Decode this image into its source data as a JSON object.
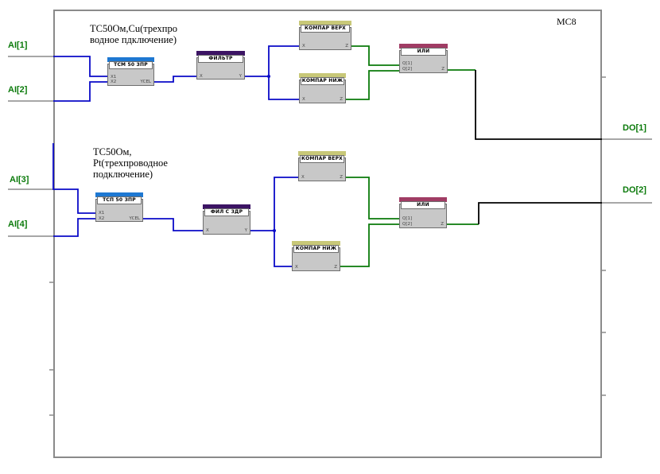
{
  "module_label": "MC8",
  "inputs": [
    "AI[1]",
    "AI[2]",
    "AI[3]",
    "AI[4]"
  ],
  "outputs": [
    "DO[1]",
    "DO[2]"
  ],
  "notes": {
    "top": "ТС50Ом,Cu(трехпро водное пдключение)",
    "bottom": "ТС50Ом, Pt(трехпроводное подключение)"
  },
  "blocks": {
    "tsm": {
      "title": "ТСМ 50 ЗПР",
      "ports": [
        "X1",
        "X2",
        "YCEL"
      ]
    },
    "filter": {
      "title": "ФИЛЬТР",
      "ports": [
        "X",
        "Y"
      ]
    },
    "cmp_hi_1": {
      "title": "КОМПАР ВЕРХ",
      "ports": [
        "X",
        "Z"
      ]
    },
    "cmp_lo_1": {
      "title": "КОМПАР НИЖ",
      "ports": [
        "X",
        "Z"
      ]
    },
    "or_1": {
      "title": "ИЛИ",
      "ports": [
        "Q[1]",
        "Q[2]",
        "Z"
      ]
    },
    "tsp": {
      "title": "ТСП 50 ЗПР",
      "ports": [
        "X1",
        "X2",
        "YCEL"
      ]
    },
    "filter2": {
      "title": "ФИЛ С ЗДР",
      "ports": [
        "X",
        "Y"
      ]
    },
    "cmp_hi_2": {
      "title": "КОМПАР ВЕРХ",
      "ports": [
        "X",
        "Z"
      ]
    },
    "cmp_lo_2": {
      "title": "КОМПАР НИЖ",
      "ports": [
        "X",
        "Z"
      ]
    },
    "or_2": {
      "title": "ИЛИ",
      "ports": [
        "Q[1]",
        "Q[2]",
        "Z"
      ]
    }
  },
  "colors": {
    "frame": "#8a8a8a",
    "analog_wire": "#0a0ac8",
    "logic_wire": "#0a7a0a",
    "output_wire": "#000000",
    "io_label": "#0a7a0a",
    "sensor_header": "#1e78d2",
    "filter_header": "#3c1464",
    "comparator_header": "#c8c878",
    "or_header": "#a03c64"
  }
}
